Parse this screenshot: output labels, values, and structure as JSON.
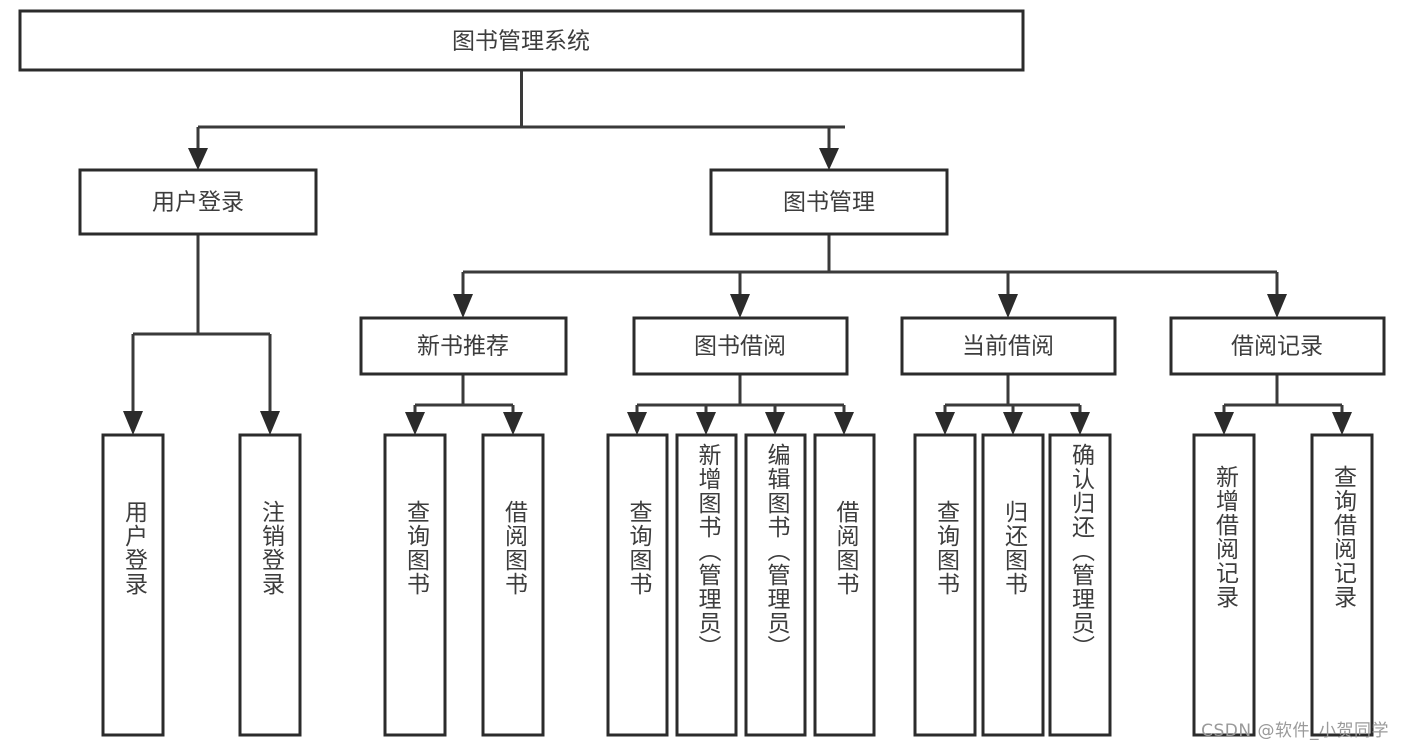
{
  "diagram": {
    "type": "tree-hierarchy",
    "title": "图书管理系统",
    "root": {
      "label": "图书管理系统"
    },
    "level2": [
      {
        "id": "user-login",
        "label": "用户登录"
      },
      {
        "id": "book-management",
        "label": "图书管理"
      }
    ],
    "level3": [
      {
        "id": "new-book-recommend",
        "label": "新书推荐",
        "parent": "book-management"
      },
      {
        "id": "book-borrow",
        "label": "图书借阅",
        "parent": "book-management"
      },
      {
        "id": "current-borrow",
        "label": "当前借阅",
        "parent": "book-management"
      },
      {
        "id": "borrow-record",
        "label": "借阅记录",
        "parent": "book-management"
      }
    ],
    "leaves": {
      "user_login": [
        {
          "id": "leaf-user-login",
          "label": "用户登录"
        },
        {
          "id": "leaf-user-logout",
          "label": "注销登录"
        }
      ],
      "new_book_recommend": [
        {
          "id": "leaf-query-book-1",
          "label": "查询图书"
        },
        {
          "id": "leaf-borrow-book-1",
          "label": "借阅图书"
        }
      ],
      "book_borrow": [
        {
          "id": "leaf-query-book-2",
          "label": "查询图书"
        },
        {
          "id": "leaf-add-book",
          "label": "新增图书（管理员）"
        },
        {
          "id": "leaf-edit-book",
          "label": "编辑图书（管理员）"
        },
        {
          "id": "leaf-borrow-book-2",
          "label": "借阅图书"
        }
      ],
      "current_borrow": [
        {
          "id": "leaf-query-book-3",
          "label": "查询图书"
        },
        {
          "id": "leaf-return-book",
          "label": "归还图书"
        },
        {
          "id": "leaf-confirm-return",
          "label": "确认归还（管理员）"
        }
      ],
      "borrow_record": [
        {
          "id": "leaf-add-record",
          "label": "新增借阅记录"
        },
        {
          "id": "leaf-query-record",
          "label": "查询借阅记录"
        }
      ]
    },
    "colors": {
      "box_stroke": "#2b2b2b",
      "connector": "#3a3a3a",
      "text": "#3d3d3d",
      "background": "#ffffff",
      "watermark": "#9a9a9a"
    }
  },
  "watermark": {
    "text": "CSDN @软件_小贺同学"
  }
}
